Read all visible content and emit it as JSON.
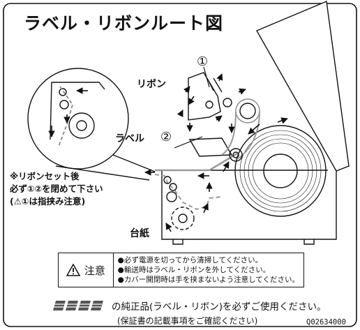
{
  "diagram": {
    "title": "ラベル・リボンルート図",
    "labels": {
      "ribbon": "リボン",
      "label": "ラベル",
      "backing": "台紙",
      "num1": "①",
      "num2": "②"
    },
    "note": {
      "line1": "※リボンセット後",
      "line2": "必ず①②を閉めて下さい",
      "line3": "(⚠①は指挟み注意)"
    }
  },
  "caution": {
    "heading": "注意",
    "items": [
      "●必ず電源を切ってから清掃してください。",
      "●輸送時はラベル・リボンを外してください。",
      "●カバー開閉時は手を挟まないよう注意してください。"
    ]
  },
  "footer": {
    "brand_logo": "SATO",
    "brand_text": "の純正品(ラベル・リボン)を必ずご使用ください。",
    "warranty": "(保証書の記載事項をご確認ください)",
    "code": "Q02634000"
  }
}
